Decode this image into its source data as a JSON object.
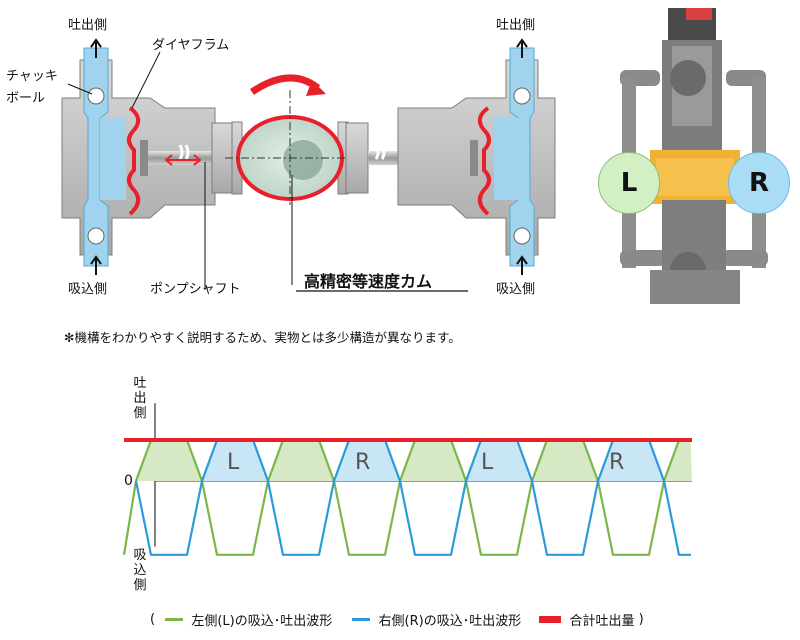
{
  "mechanism": {
    "discharge_left": "吐出側",
    "discharge_right": "吐出側",
    "suction_left": "吸込側",
    "suction_right": "吸込側",
    "check_ball": "チャッキ\nボール",
    "diaphragm": "ダイヤフラム",
    "pump_shaft": "ポンプシャフト",
    "cam": "高精密等速度カム"
  },
  "photo": {
    "left_badge": "L",
    "right_badge": "R"
  },
  "note": "✻機構をわかりやすく説明するため、実物とは多少構造が異なります。",
  "chart_data": {
    "type": "line",
    "y_axis_top_label": "吐出側",
    "y_axis_bottom_label": "吸込側",
    "zero_label": "0",
    "region_labels": [
      "L",
      "R",
      "L",
      "R"
    ],
    "series": [
      {
        "name": "左側(L)の吸込･吐出波形",
        "color": "#7ab648",
        "points": [
          [
            0,
            -1.8
          ],
          [
            0.2,
            0
          ],
          [
            0.45,
            1
          ],
          [
            1.05,
            1
          ],
          [
            1.3,
            0
          ],
          [
            1.55,
            -1.8
          ],
          [
            2.15,
            -1.8
          ],
          [
            2.4,
            0
          ],
          [
            2.65,
            1
          ],
          [
            3.25,
            1
          ],
          [
            3.5,
            0
          ],
          [
            3.75,
            -1.8
          ],
          [
            4.35,
            -1.8
          ],
          [
            4.6,
            0
          ],
          [
            4.85,
            1
          ],
          [
            5.45,
            1
          ],
          [
            5.7,
            0
          ],
          [
            5.95,
            -1.8
          ],
          [
            6.55,
            -1.8
          ],
          [
            6.8,
            0
          ],
          [
            7.05,
            1
          ],
          [
            7.65,
            1
          ],
          [
            7.9,
            0
          ],
          [
            8.15,
            -1.8
          ],
          [
            8.75,
            -1.8
          ],
          [
            9,
            0
          ],
          [
            9.25,
            1
          ],
          [
            9.45,
            1
          ]
        ]
      },
      {
        "name": "右側(R)の吸込･吐出波形",
        "color": "#2a9bd8",
        "points": [
          [
            0.2,
            0
          ],
          [
            0.45,
            -1.8
          ],
          [
            1.05,
            -1.8
          ],
          [
            1.3,
            0
          ],
          [
            1.55,
            1
          ],
          [
            2.15,
            1
          ],
          [
            2.4,
            0
          ],
          [
            2.65,
            -1.8
          ],
          [
            3.25,
            -1.8
          ],
          [
            3.5,
            0
          ],
          [
            3.75,
            1
          ],
          [
            4.35,
            1
          ],
          [
            4.6,
            0
          ],
          [
            4.85,
            -1.8
          ],
          [
            5.45,
            -1.8
          ],
          [
            5.7,
            0
          ],
          [
            5.95,
            1
          ],
          [
            6.55,
            1
          ],
          [
            6.8,
            0
          ],
          [
            7.05,
            -1.8
          ],
          [
            7.65,
            -1.8
          ],
          [
            7.9,
            0
          ],
          [
            8.15,
            1
          ],
          [
            8.75,
            1
          ],
          [
            9,
            0
          ],
          [
            9.25,
            -1.8
          ],
          [
            9.45,
            -1.8
          ]
        ]
      },
      {
        "name": "合計吐出量",
        "color": "#e8202a",
        "value": 1
      }
    ],
    "legend": [
      "左側(L)の吸込･吐出波形",
      "右側(R)の吸込･吐出波形",
      "合計吐出量"
    ],
    "legend_open": "(",
    "legend_close": ")"
  },
  "colors": {
    "green": "#7ab648",
    "blue": "#2a9bd8",
    "red": "#e8202a",
    "green_fill": "#d6e8c4",
    "blue_fill": "#c8e6f6",
    "pump_gray": "#bdbdbd",
    "fluid_blue": "#9fd3ee"
  }
}
